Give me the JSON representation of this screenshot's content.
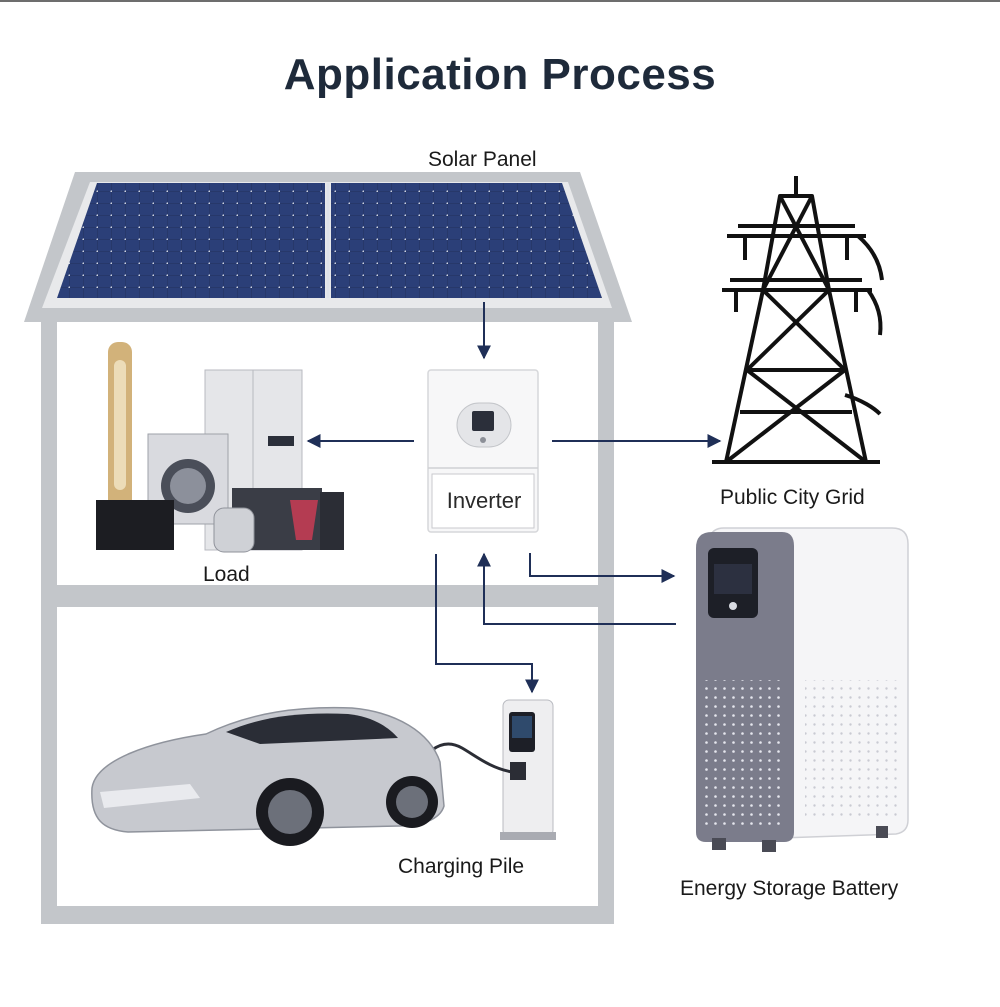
{
  "title": "Application Process",
  "labels": {
    "solar_panel": "Solar Panel",
    "inverter": "Inverter",
    "public_city_grid": "Public City Grid",
    "load": "Load",
    "charging_pile": "Charging Pile",
    "energy_storage_battery": "Energy Storage Battery"
  },
  "colors": {
    "arrow": "#1f2f57",
    "house_frame": "#bfc2c6",
    "panel": "#1f2d56",
    "battery_front": "#7b7c8b",
    "tower": "#111111"
  },
  "icons": [
    "solar-panel-icon",
    "inverter-icon",
    "transmission-tower-icon",
    "appliances-icon",
    "car-icon",
    "charging-pile-icon",
    "battery-icon"
  ]
}
